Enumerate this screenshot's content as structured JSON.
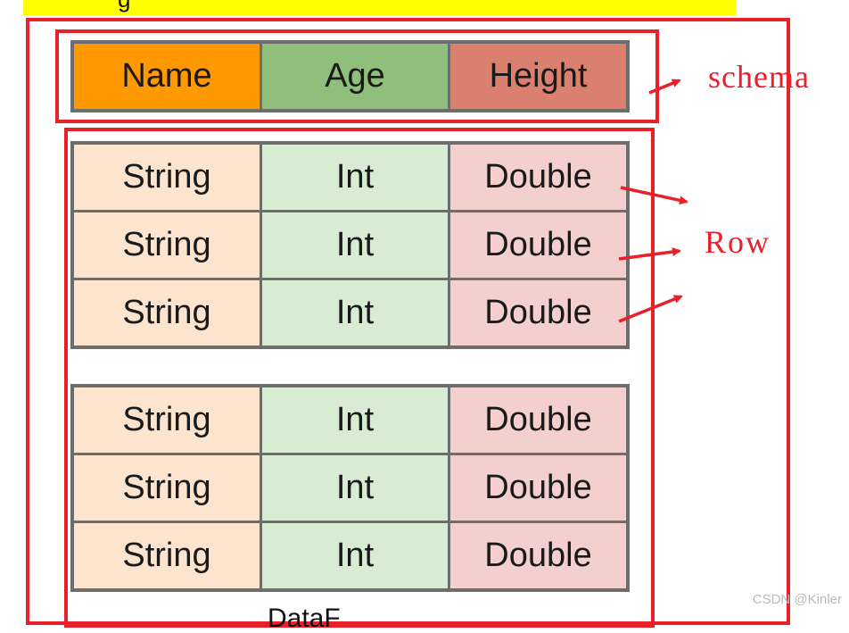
{
  "top_partial_text": "g",
  "header": {
    "name": "Name",
    "age": "Age",
    "height": "Height"
  },
  "colors": {
    "name_header": "#ff9900",
    "age_header": "#8fbf7a",
    "height_header": "#db7f6f",
    "string_cell": "#fce4cf",
    "int_cell": "#d8ebd3",
    "double_cell": "#f3d0cd",
    "annotation_red": "#e8202a",
    "top_strip": "#ffff00"
  },
  "table1": [
    {
      "name": "String",
      "age": "Int",
      "height": "Double"
    },
    {
      "name": "String",
      "age": "Int",
      "height": "Double"
    },
    {
      "name": "String",
      "age": "Int",
      "height": "Double"
    }
  ],
  "table2": [
    {
      "name": "String",
      "age": "Int",
      "height": "Double"
    },
    {
      "name": "String",
      "age": "Int",
      "height": "Double"
    },
    {
      "name": "String",
      "age": "Int",
      "height": "Double"
    }
  ],
  "annotations": {
    "schema": "schema",
    "row": "Row"
  },
  "watermark": "CSDN @Kinler",
  "bottom_partial_text": "DataF"
}
